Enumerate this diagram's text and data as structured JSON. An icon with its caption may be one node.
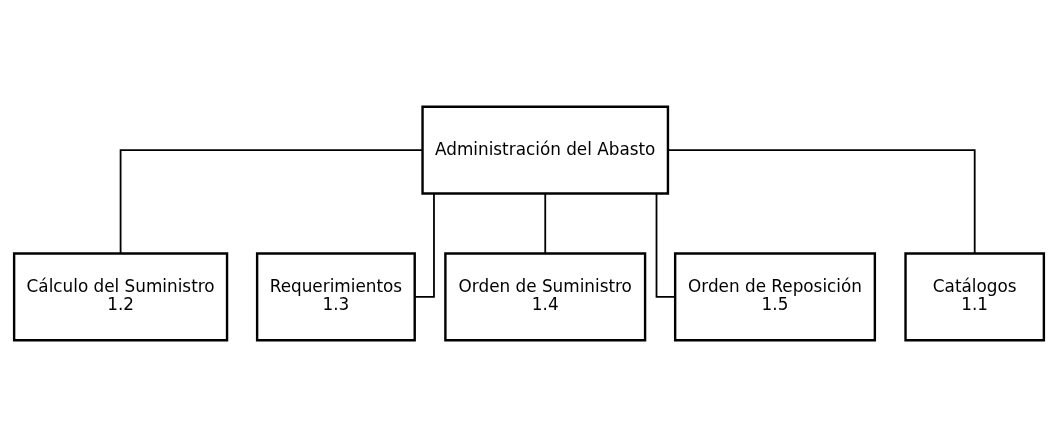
{
  "diagram": {
    "nodes": [
      {
        "text": [
          "Administración del Abasto"
        ]
      },
      {
        "text": [
          "Cálculo del Suministro",
          "1.2"
        ]
      },
      {
        "text": [
          "Requerimientos",
          "1.3"
        ]
      },
      {
        "text": [
          "Orden de Suministro",
          "1.4"
        ]
      },
      {
        "text": [
          "Orden de Reposición",
          "1.5"
        ]
      },
      {
        "text": [
          "Catálogos",
          "1.1"
        ]
      }
    ],
    "edges": [
      {
        "from": 0,
        "to": 1,
        "arrow": "none"
      },
      {
        "from": 0,
        "to": 2,
        "arrow": "none"
      },
      {
        "from": 0,
        "to": 3,
        "arrow": "none"
      },
      {
        "from": 0,
        "to": 4,
        "arrow": "none"
      },
      {
        "from": 0,
        "to": 5,
        "arrow": "none"
      }
    ]
  }
}
